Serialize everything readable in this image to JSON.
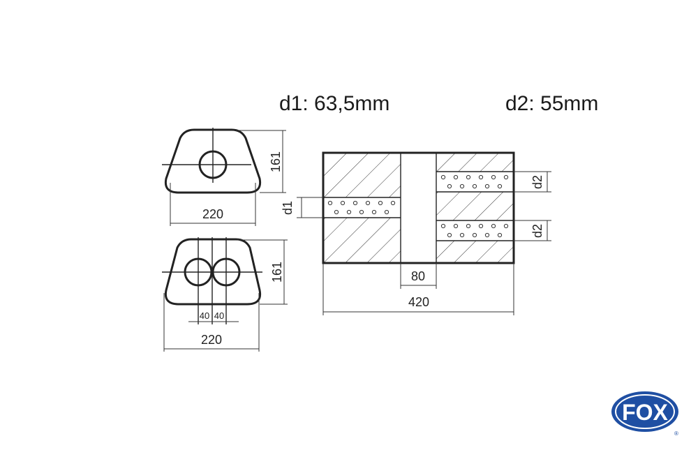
{
  "headings": {
    "d1": "d1: 63,5mm",
    "d2": "d2: 55mm"
  },
  "single_outlet_view": {
    "height_label": "161",
    "width_label": "220"
  },
  "double_outlet_view": {
    "height_label": "161",
    "width_label": "220",
    "spacing_left": "40",
    "spacing_right": "40"
  },
  "side_view": {
    "inlet_label": "d1",
    "outlet_top_label": "d2",
    "outlet_bottom_label": "d2",
    "chamber_label": "80",
    "length_label": "420"
  },
  "logo": {
    "text": "FOX",
    "brand_color": "#1f4fa3"
  }
}
